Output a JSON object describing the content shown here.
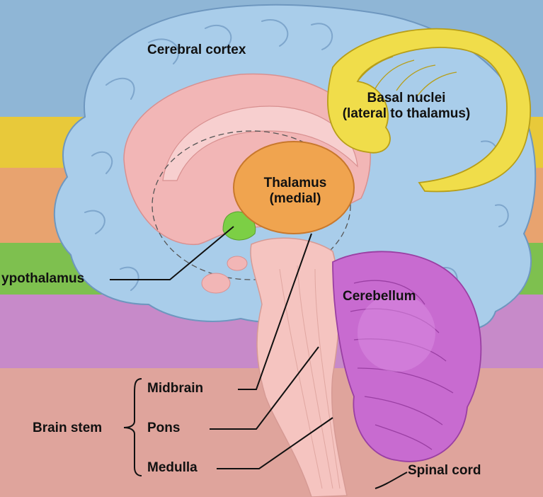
{
  "colors": {
    "band_blue": "#8fb6d6",
    "band_yellow": "#e8c93a",
    "band_orange": "#e8a36f",
    "band_green": "#7ec04f",
    "band_purple": "#c78ac9",
    "band_pink": "#dfa49c",
    "cortex": "#a9cdea",
    "cortex_outline": "#6e97bf",
    "limbic": "#f2b6b6",
    "basal": "#f0dd4a",
    "thalamus": "#f0a44f",
    "hypothalamus": "#7ccf45",
    "cerebellum": "#c86bd0",
    "brainstem": "#f5c4c0",
    "line": "#111111"
  },
  "labels": {
    "cerebral_cortex": "Cerebral cortex",
    "basal_nuclei_line1": "Basal nuclei",
    "basal_nuclei_line2": "(lateral to thalamus)",
    "thalamus_line1": "Thalamus",
    "thalamus_line2": "(medial)",
    "hypothalamus": "ypothalamus",
    "cerebellum": "Cerebellum",
    "midbrain": "Midbrain",
    "pons": "Pons",
    "medulla": "Medulla",
    "brain_stem": "Brain stem",
    "spinal_cord": "Spinal cord"
  }
}
